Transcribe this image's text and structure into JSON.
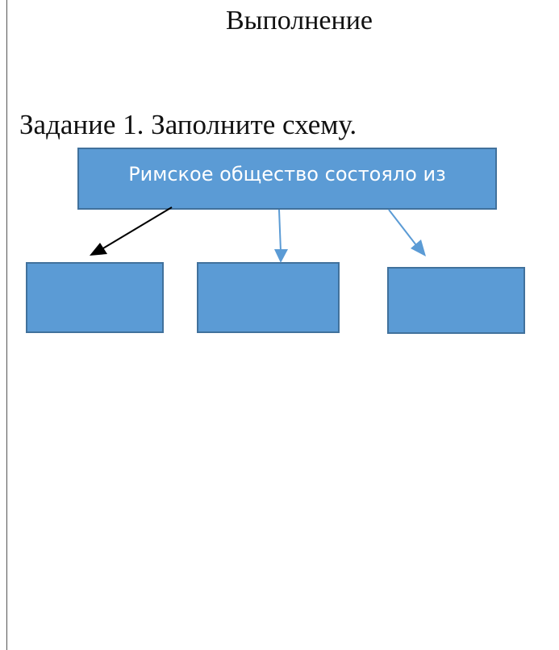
{
  "document": {
    "heading": "Выполнение",
    "task": "Задание 1. Заполните схему."
  },
  "diagram": {
    "root": {
      "label": "Римское общество состояло из"
    },
    "children": [
      {
        "label": ""
      },
      {
        "label": ""
      },
      {
        "label": ""
      }
    ],
    "colors": {
      "box_fill": "#5b9bd5",
      "box_border": "#41719c",
      "box_text": "#ffffff",
      "arrow_left": "#000000",
      "arrow_other": "#5b9bd5"
    }
  }
}
